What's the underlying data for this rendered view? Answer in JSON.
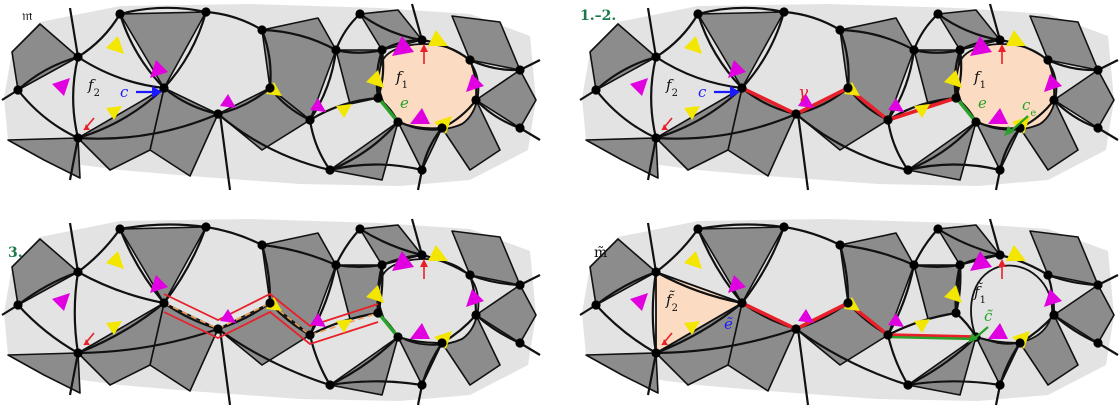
{
  "panels": [
    {
      "label": "𝔪",
      "f2": "f",
      "f2sub": "2",
      "f1": "f",
      "f1sub": "1",
      "c": "c",
      "e": "e"
    },
    {
      "label": "1.–2.",
      "f2": "f",
      "f2sub": "2",
      "f1": "f",
      "f1sub": "1",
      "c": "c",
      "e": "e",
      "gamma": "γ",
      "ce": "c",
      "cesub": "e"
    },
    {
      "label": "3."
    },
    {
      "label": "m̃",
      "f2": "f̃",
      "f2sub": "2",
      "f1": "f̃",
      "f1sub": "1",
      "e": "ẽ",
      "c": "c̃"
    }
  ],
  "colors": {
    "dark_face": "#8c8c8c",
    "light_face": "#e3e3e3",
    "highlight_face": "#fbdcc2",
    "path_red": "#e8202a",
    "green": "#2aa12a",
    "blue": "#1a1aff",
    "magenta": "#e000e0",
    "yellow": "#f3e600",
    "orange_dash": "#f0a050",
    "step_green": "#1c7a4a"
  }
}
